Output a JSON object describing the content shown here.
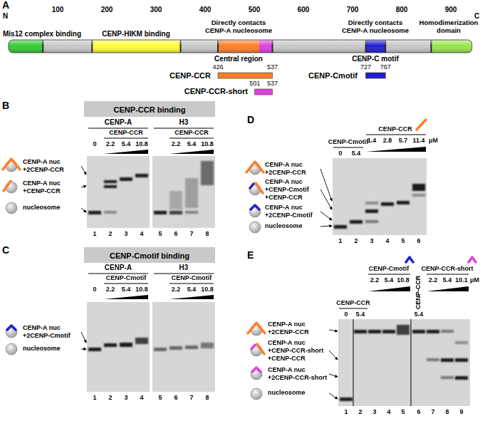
{
  "diagram": {
    "nodes": [
      {
        "text": [
          "CENP-CCR binding"
        ]
      },
      {
        "text": [
          "CENP-Cmotif binding"
        ]
      }
    ],
    "labels": [
      "A",
      "N",
      "100",
      "200",
      "300",
      "400",
      "500",
      "600",
      "700",
      "800",
      "900",
      "C",
      "Mis12 complex binding",
      "CENP-HIKM binding",
      "Directly contacts CENP-A nucleosome",
      "Central region",
      "Directly contacts CENP-A nucleosome",
      "CENP-C motif",
      "Homodimerization domain",
      "CENP-CCR",
      "426",
      "537",
      "CENP-CCR-short",
      "501",
      "537",
      "CENP-Cmotif",
      "727",
      "767",
      "B",
      "CENP-A",
      "H3",
      "0",
      "CENP-CCR",
      "2.2",
      "5.4",
      "10.8",
      "CENP-CCR",
      "2.2",
      "5.4",
      "10.8",
      "1",
      "2",
      "3",
      "4",
      "5",
      "6",
      "7",
      "8",
      "CENP-A nuc +2CENP-CCR",
      "CENP-A nuc +CENP-CCR",
      "nucleosome",
      "C",
      "CENP-A",
      "H3",
      "0",
      "CENP-Cmotif",
      "2.2",
      "5.4",
      "10.8",
      "CENP-Cmotif",
      "2.2",
      "5.4",
      "10.8",
      "1",
      "2",
      "3",
      "4",
      "5",
      "6",
      "7",
      "8",
      "CENP-A nuc +2CENP-Cmotif",
      "nucleosome",
      "D",
      "CENP-Cmotif",
      "0",
      "5.4",
      "CENP-CCR",
      "1.4",
      "2.8",
      "5.7",
      "11.4",
      "μM",
      "1",
      "2",
      "3",
      "4",
      "5",
      "6",
      "CENP-A nuc +2CENP-CCR",
      "CENP-A nuc +CENP-Cmotif +CENP-CCR",
      "CENP-A nuc +2CENP-Cmotif",
      "nucleosome",
      "E",
      "CENP-CCR",
      "0",
      "5.4",
      "CENP-Cmotif",
      "2.2",
      "5.4",
      "10.8",
      "CENP-CCR",
      "5.4",
      "CENP-CCR-short",
      "2.2",
      "5.4",
      "10.1",
      "μM",
      "1",
      "2",
      "3",
      "4",
      "5",
      "6",
      "7",
      "8",
      "9",
      "CENP-A nuc +2CENP-CCR",
      "CENP-A nuc +CENP-CCR-short +CENP-CCR",
      "CENP-A nuc +2CENP-CCR-short",
      "nucleosome"
    ]
  }
}
